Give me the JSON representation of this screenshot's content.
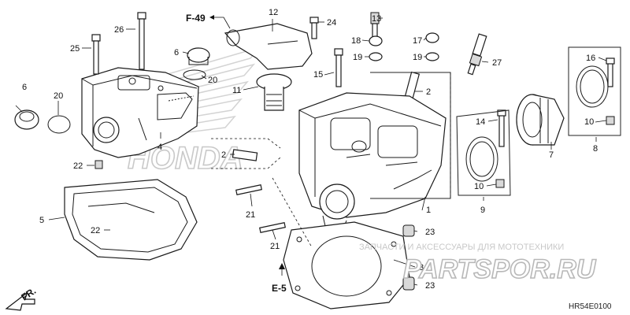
{
  "refs": {
    "f49": "F-49",
    "e5": "E-5",
    "fr": "FR.",
    "diagram_code": "HR54E0100"
  },
  "watermark": {
    "top_text": "ЗАПЧАСТИ И АКСЕССУАРЫ ДЛЯ МОТОТЕХНИКИ",
    "big_text": "PARTSPOR.RU"
  },
  "brand_ghost": "HONDA",
  "callouts": {
    "c12": "12",
    "c24": "24",
    "c13": "13",
    "c26": "26",
    "c25": "25",
    "c6a": "6",
    "c6b": "6",
    "c20a": "20",
    "c20b": "20",
    "c11": "11",
    "c15": "15",
    "c18": "18",
    "c17": "17",
    "c19a": "19",
    "c19b": "19",
    "c27": "27",
    "c2a": "2",
    "c2b": "2",
    "c4": "4",
    "c22a": "22",
    "c22b": "22",
    "c5": "5",
    "c21a": "21",
    "c21b": "21",
    "c1": "1",
    "c23a": "23",
    "c23b": "23",
    "c3": "3",
    "c14": "14",
    "c10a": "10",
    "c10b": "10",
    "c9": "9",
    "c16": "16",
    "c7": "7",
    "c8": "8"
  },
  "colors": {
    "line": "#1a1a1a",
    "watermark_red": "#e2182c",
    "watermark_gray": "#c8c8c8"
  }
}
